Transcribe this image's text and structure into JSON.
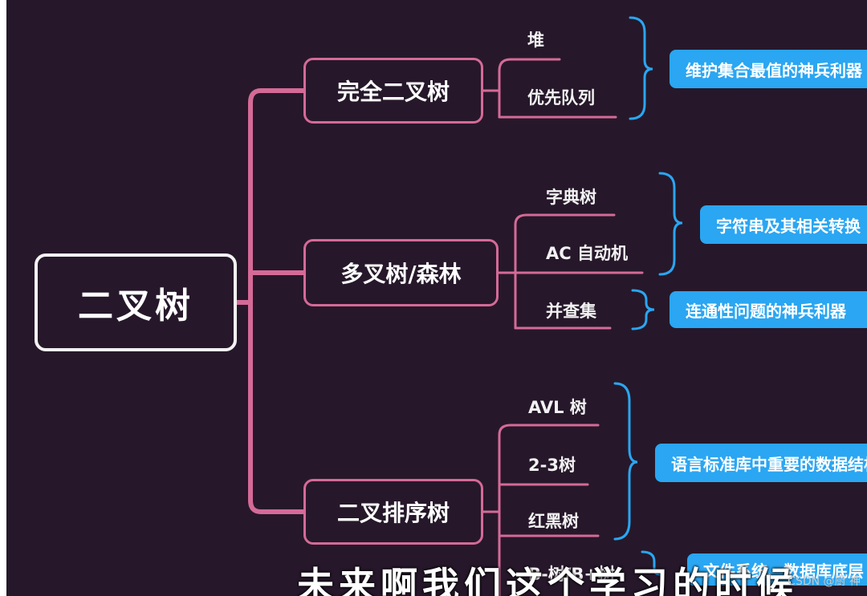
{
  "root": {
    "label": "二叉树"
  },
  "branches": [
    {
      "label": "完全二叉树",
      "leaves": [
        "堆",
        "优先队列"
      ],
      "notes": [
        "维护集合最值的神兵利器"
      ]
    },
    {
      "label": "多叉树/森林",
      "leaves": [
        "字典树",
        "AC 自动机",
        "并查集"
      ],
      "notes": [
        "字符串及其相关转换",
        "连通性问题的神兵利器"
      ]
    },
    {
      "label": "二叉排序树",
      "leaves": [
        "AVL 树",
        "2-3树",
        "红黑树",
        "B-树/B+树"
      ],
      "notes": [
        "语言标准库中重要的数据结构",
        "文件系统、数据库底层"
      ]
    }
  ],
  "caption": "未来啊我们这个学习的时候",
  "watermark": "CSDN @厨 神",
  "colors": {
    "background": "#26182a",
    "branch_line": "#d56a97",
    "brace": "#2aa6f2",
    "note_fill": "#2aa6f2"
  }
}
